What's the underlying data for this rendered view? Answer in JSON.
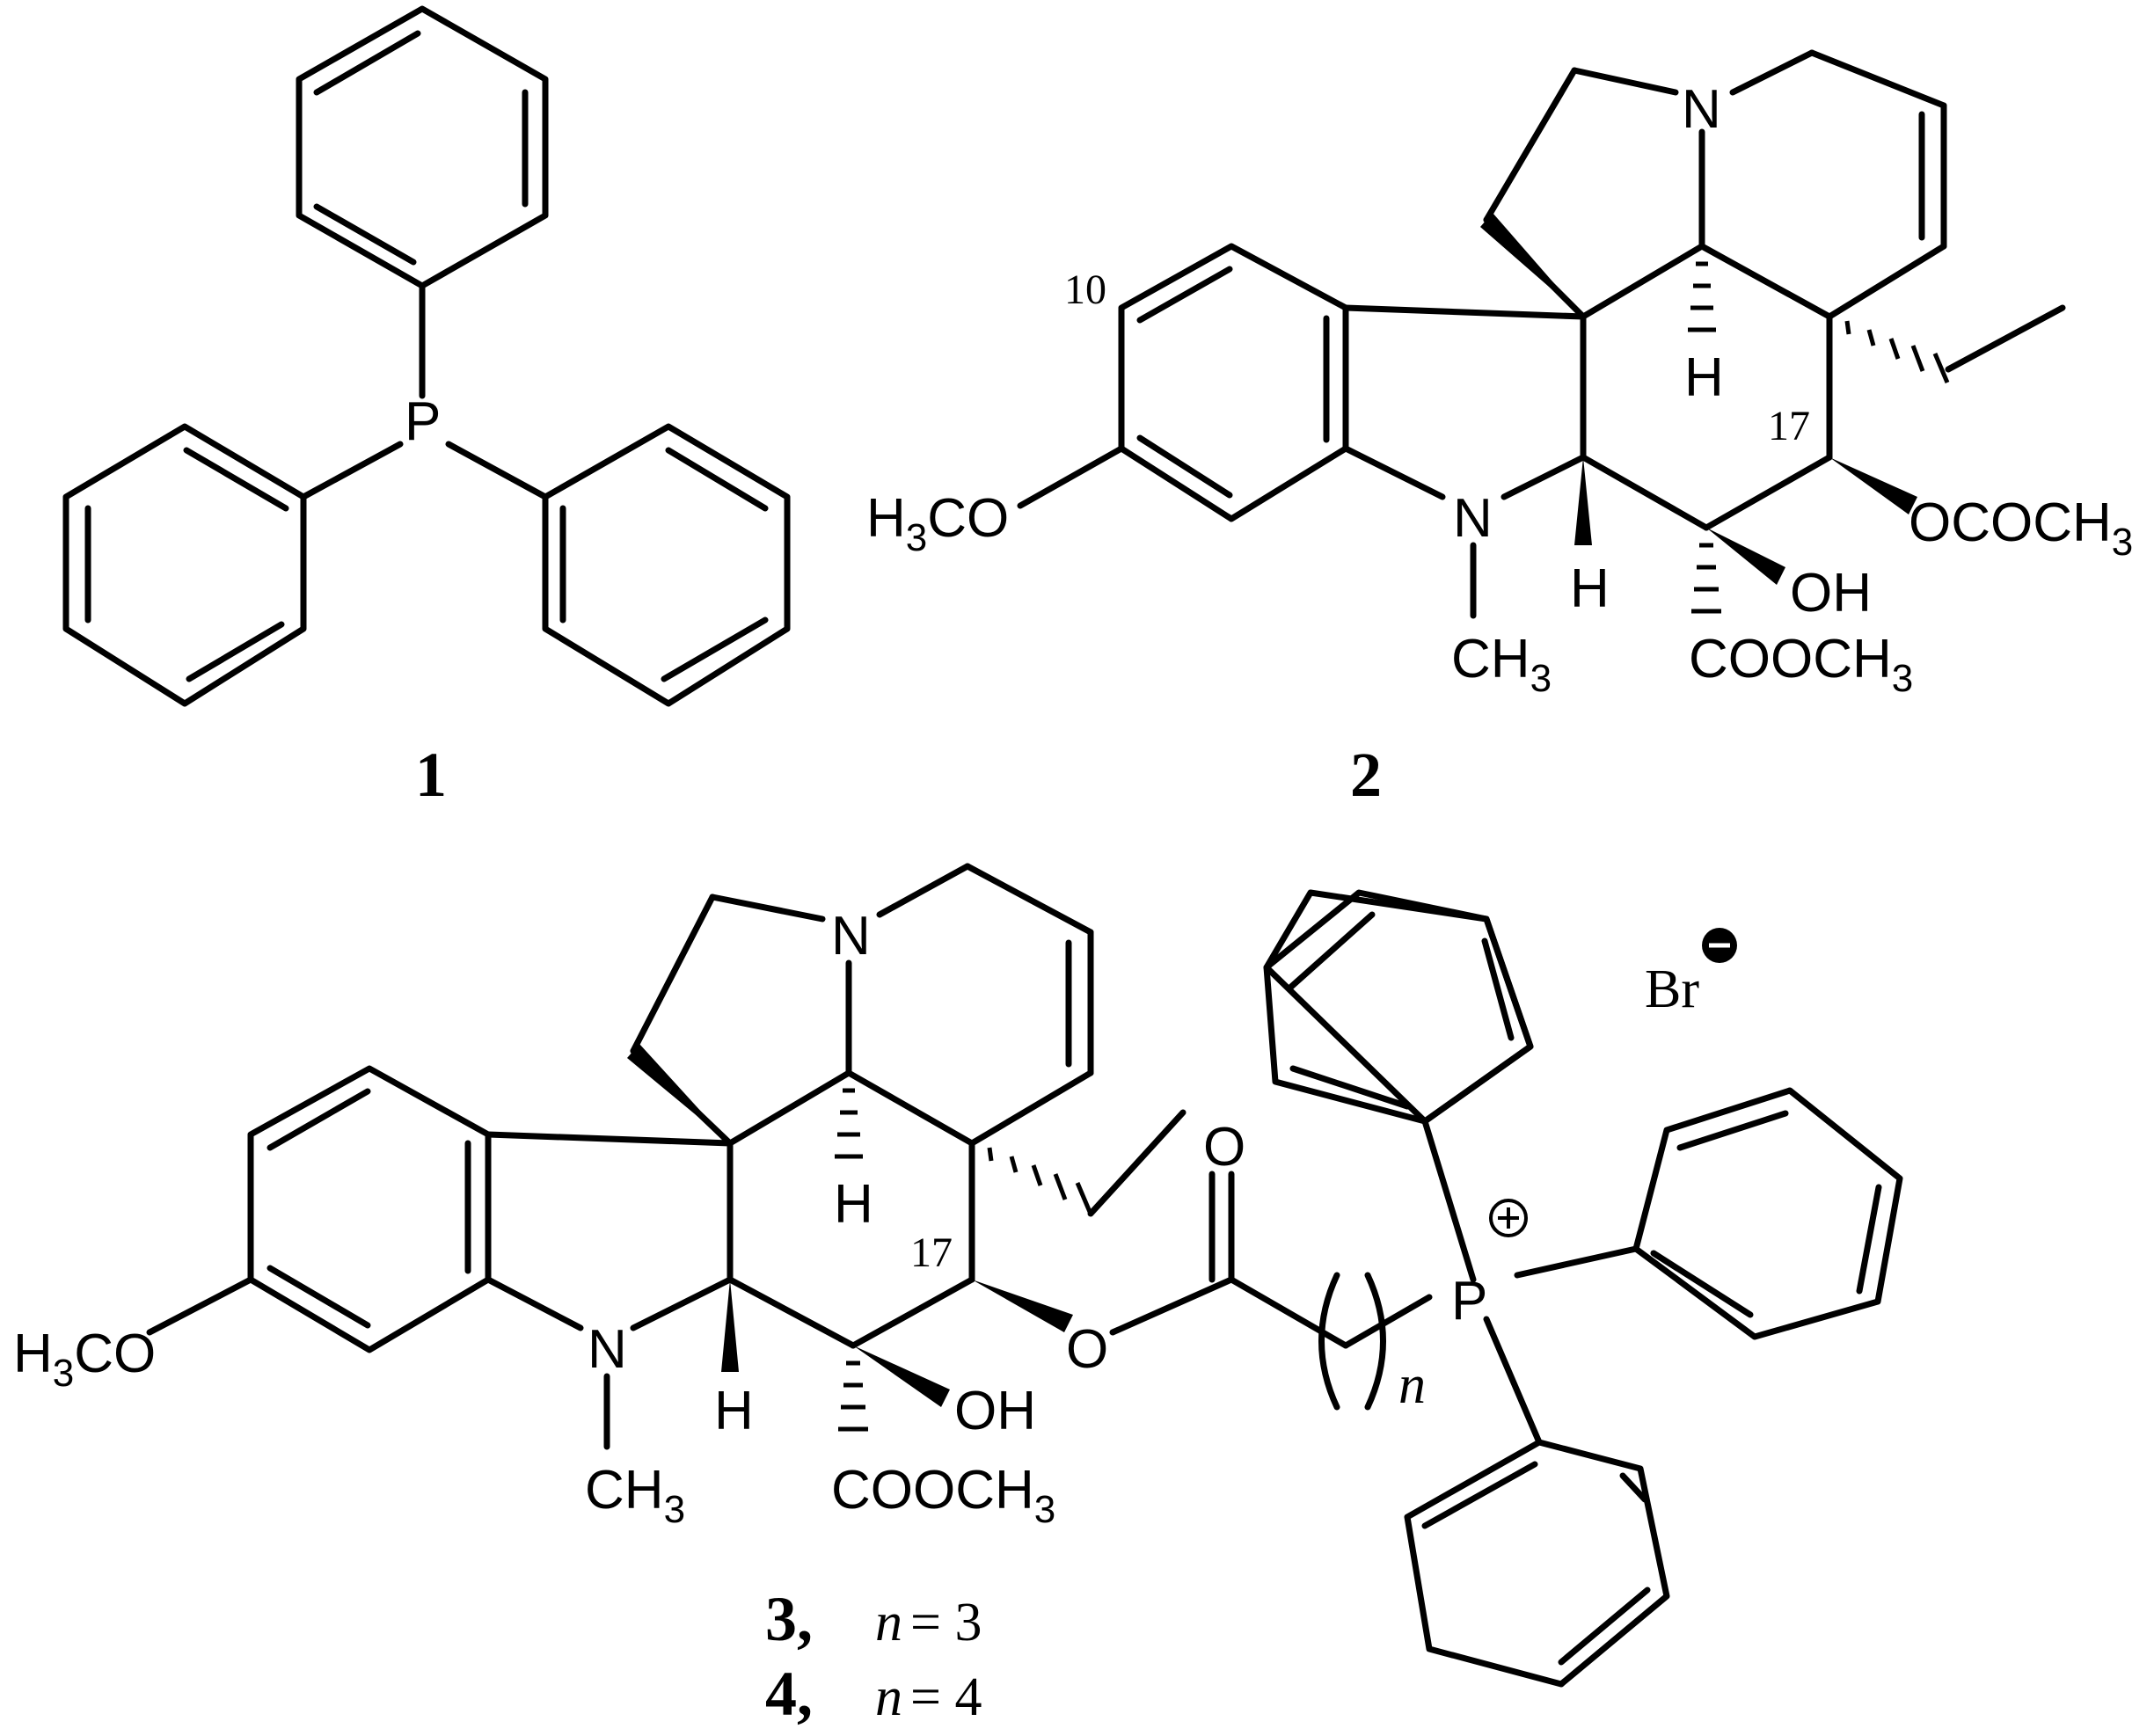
{
  "compounds": [
    {
      "id": "1",
      "label": "1"
    },
    {
      "id": "2",
      "label": "2",
      "locants": [
        "10",
        "17"
      ]
    },
    {
      "id": "3-4",
      "labels": [
        {
          "num": "3,",
          "var": "n",
          "eq": "= 3"
        },
        {
          "num": "4,",
          "var": "n",
          "eq": "= 4"
        }
      ],
      "locant": "17",
      "counterion": "Br",
      "chain_var": "n"
    }
  ],
  "atoms": {
    "P": "P",
    "N": "N",
    "H": "H",
    "O": "O",
    "OH": "OH",
    "H3CO_main": "H",
    "H3CO_sub": "3",
    "H3CO_tail": "CO",
    "CH3_head": "CH",
    "CH3_sub": "3",
    "OCOCH3_head": "OCOCH",
    "OCOCH3_sub": "3",
    "COOCH3_head": "COOCH",
    "COOCH3_sub": "3"
  }
}
